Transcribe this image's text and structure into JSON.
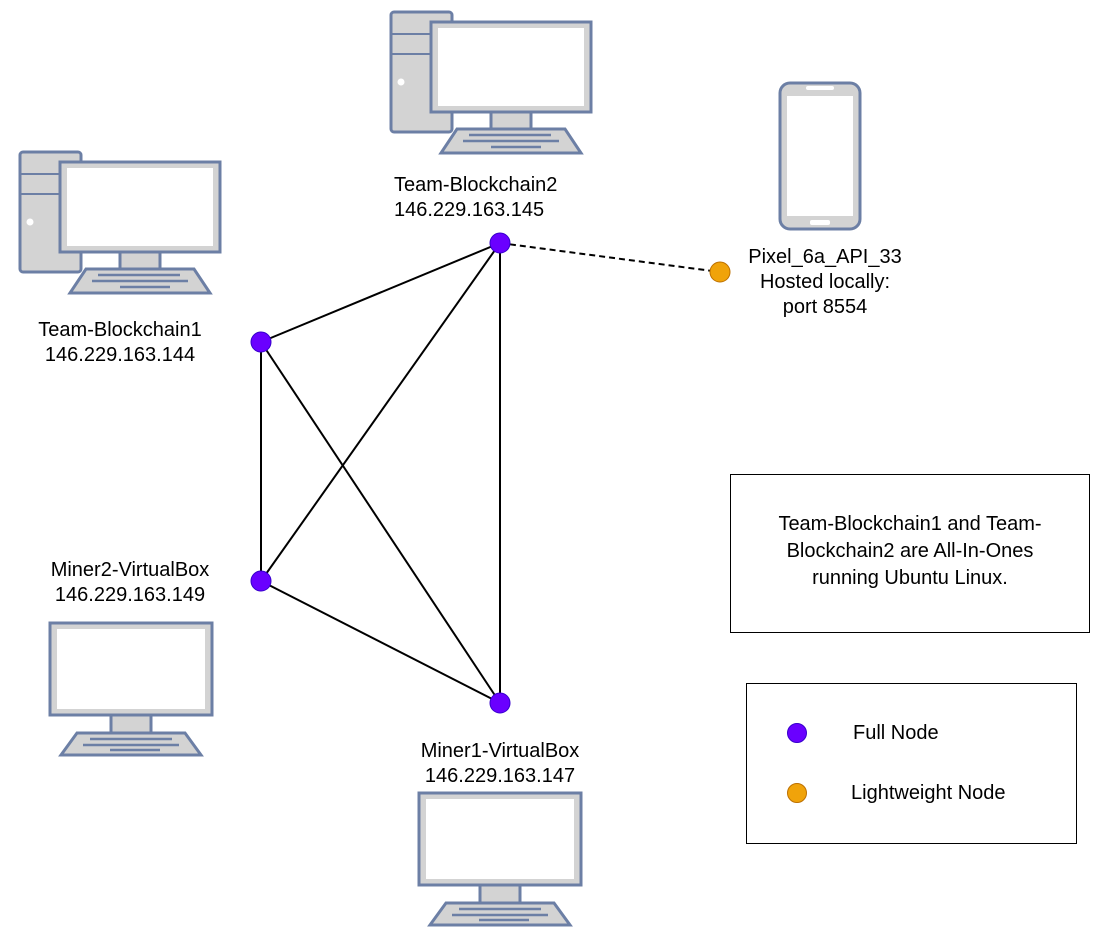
{
  "nodes": [
    {
      "name": "Team-Blockchain1",
      "ip": "146.229.163.144",
      "type": "full",
      "device": "all-in-one-desktop-icon"
    },
    {
      "name": "Team-Blockchain2",
      "ip": "146.229.163.145",
      "type": "full",
      "device": "all-in-one-desktop-icon"
    },
    {
      "name": "Miner2-VirtualBox",
      "ip": "146.229.163.149",
      "type": "full",
      "device": "monitor-icon"
    },
    {
      "name": "Miner1-VirtualBox",
      "ip": "146.229.163.147",
      "type": "full",
      "device": "monitor-icon"
    }
  ],
  "mobile": {
    "name": "Pixel_6a_API_33",
    "line2": "Hosted locally:",
    "line3": "port 8554",
    "type": "lightweight",
    "device": "smartphone-icon"
  },
  "note": {
    "text": "Team-Blockchain1 and Team-Blockchain2 are All-In-Ones running Ubuntu Linux."
  },
  "legend": {
    "full": "Full Node",
    "light": "Lightweight Node"
  },
  "colors": {
    "full_node": "#6a00ff",
    "full_node_border": "#3700cc",
    "light_node": "#f0a30a",
    "light_node_border": "#bd7000",
    "device_fill": "#d3d3d3",
    "device_stroke": "#6c7fa5",
    "edge": "#000000"
  }
}
